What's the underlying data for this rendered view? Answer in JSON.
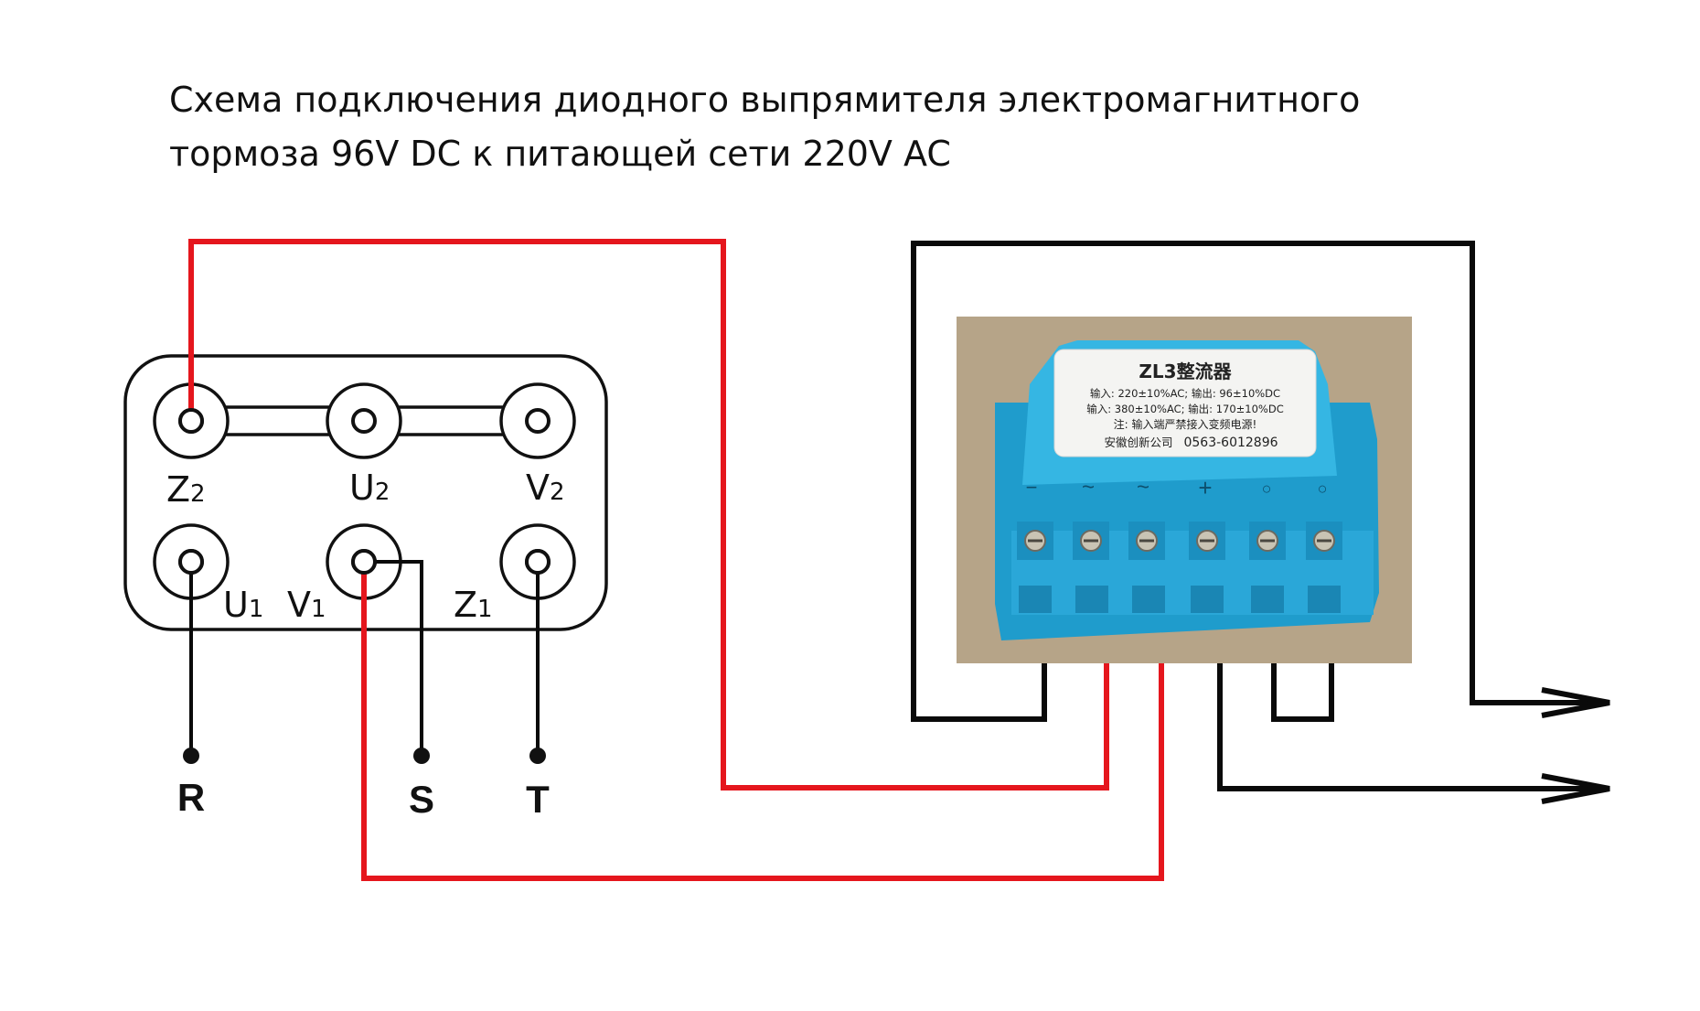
{
  "title": {
    "line1": "Схема подключения диодного выпрямителя электромагнитного",
    "line2": "тормоза 96V DC к питающей сети 220V AC"
  },
  "terminal_box": {
    "top_row": [
      {
        "letter": "Z",
        "sub": "2"
      },
      {
        "letter": "U",
        "sub": "2"
      },
      {
        "letter": "V",
        "sub": "2"
      }
    ],
    "bottom_row": [
      {
        "letter": "U",
        "sub": "1"
      },
      {
        "letter": "V",
        "sub": "1"
      },
      {
        "letter": "Z",
        "sub": "1"
      }
    ]
  },
  "phases": [
    "R",
    "S",
    "T"
  ],
  "rectifier": {
    "model": "ZL3整流器",
    "spec1": "输入: 220±10%AC; 输出: 96±10%DC",
    "spec2": "输入: 380±10%AC; 输出: 170±10%DC",
    "warning": "注: 输入端严禁接入变频电源!",
    "maker": "安徽创新公司",
    "phone": "0563-6012896",
    "terminal_marks": [
      "−",
      "~",
      "~",
      "+",
      "○",
      "○"
    ]
  },
  "colors": {
    "wire_phase": "#e5161d",
    "wire_dc": "#0a0a0a",
    "rectifier_body": "#29a9db",
    "photo_background": "#bba88d"
  }
}
